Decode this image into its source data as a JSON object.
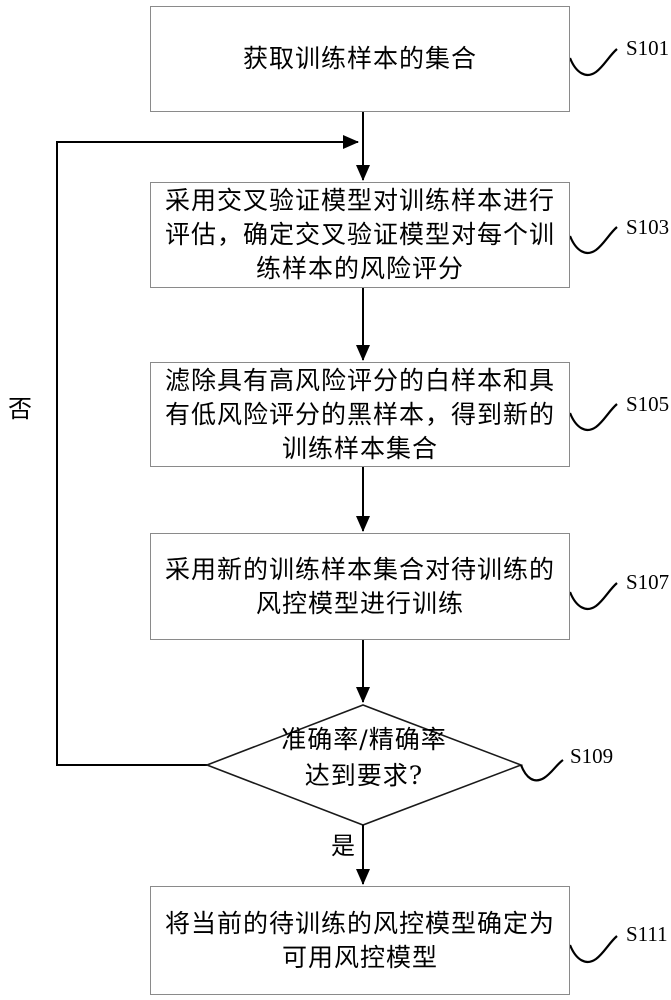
{
  "diagram": {
    "title_hint": "risk-control model training flowchart",
    "boxes": [
      {
        "id": "s101",
        "label": "S101",
        "lines": [
          "获取训练样本的集合"
        ]
      },
      {
        "id": "s103",
        "label": "S103",
        "lines": [
          "采用交叉验证模型对训练样本进行",
          "评估，确定交叉验证模型对每个训",
          "练样本的风险评分"
        ]
      },
      {
        "id": "s105",
        "label": "S105",
        "lines": [
          "滤除具有高风险评分的白样本和具",
          "有低风险评分的黑样本，得到新的",
          "训练样本集合"
        ]
      },
      {
        "id": "s107",
        "label": "S107",
        "lines": [
          "采用新的训练样本集合对待训练的",
          "风控模型进行训练"
        ]
      },
      {
        "id": "s111",
        "label": "S111",
        "lines": [
          "将当前的待训练的风控模型确定为",
          "可用风控模型"
        ]
      }
    ],
    "decision": {
      "id": "s109",
      "label": "S109",
      "lines": [
        "准确率/精确率",
        "达到要求?"
      ]
    },
    "edges": {
      "yes_label": "是",
      "no_label": "否"
    },
    "colors": {
      "line": "#000000",
      "box_border": "#8a8a8a",
      "background": "#ffffff",
      "text": "#000000"
    }
  }
}
